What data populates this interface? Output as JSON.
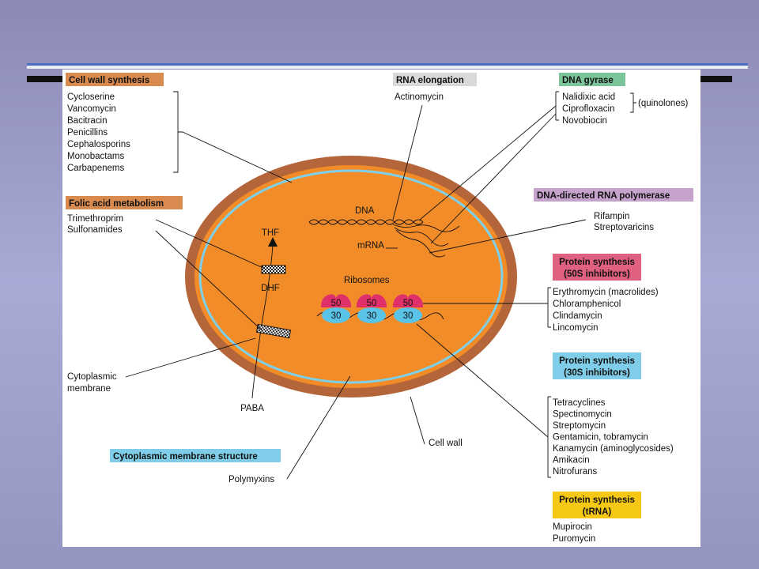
{
  "colors": {
    "background": "#9a9ac8",
    "cell_wall": "#b5653a",
    "cytoplasm": "#f28c28",
    "membrane": "#7ed0ea",
    "subunit_50": "#e0306a",
    "subunit_30": "#59c3e8",
    "cat_orange": "#d98a4e",
    "cat_gray": "#d9d9d9",
    "cat_green": "#7cc49a",
    "cat_purple": "#c6a3cc",
    "cat_red": "#e06080",
    "cat_blue": "#7fcde8",
    "cat_yellow": "#f5c816"
  },
  "categories": {
    "cell_wall": {
      "title": "Cell wall synthesis",
      "drugs": [
        "Cycloserine",
        "Vancomycin",
        "Bacitracin",
        "Penicillins",
        "Cephalosporins",
        "Monobactams",
        "Carbapenems"
      ]
    },
    "rna_elongation": {
      "title": "RNA elongation",
      "drugs": [
        "Actinomycin"
      ]
    },
    "dna_gyrase": {
      "title": "DNA gyrase",
      "drugs": [
        "Nalidixic acid",
        "Ciprofloxacin",
        "Novobiocin"
      ],
      "group_note": "(quinolones)"
    },
    "folic_acid": {
      "title": "Folic acid metabolism",
      "drugs": [
        "Trimethroprim",
        "Sulfonamides"
      ]
    },
    "rna_polymerase": {
      "title": "DNA-directed RNA polymerase",
      "drugs": [
        "Rifampin",
        "Streptovaricins"
      ]
    },
    "protein_50s": {
      "title_lines": [
        "Protein synthesis",
        "(50S inhibitors)"
      ],
      "drugs": [
        "Erythromycin (macrolides)",
        "Chloramphenicol",
        "Clindamycin",
        "Lincomycin"
      ]
    },
    "protein_30s": {
      "title_lines": [
        "Protein synthesis",
        "(30S inhibitors)"
      ],
      "drugs": [
        "Tetracyclines",
        "Spectinomycin",
        "Streptomycin",
        "Gentamicin, tobramycin",
        "Kanamycin (aminoglycosides)",
        "Amikacin",
        "Nitrofurans"
      ]
    },
    "membrane_structure": {
      "title": "Cytoplasmic membrane structure",
      "drugs": [
        "Polymyxins"
      ]
    },
    "protein_trna": {
      "title_lines": [
        "Protein synthesis",
        "(tRNA)"
      ],
      "drugs": [
        "Mupirocin",
        "Puromycin"
      ]
    }
  },
  "cell_labels": {
    "dna": "DNA",
    "mrna": "mRNA",
    "ribosomes": "Ribosomes",
    "thf": "THF",
    "dhf": "DHF",
    "paba": "PABA",
    "cytoplasmic_membrane": [
      "Cytoplasmic",
      "membrane"
    ],
    "cell_wall": "Cell wall",
    "subunit_large": "50",
    "subunit_small": "30"
  }
}
